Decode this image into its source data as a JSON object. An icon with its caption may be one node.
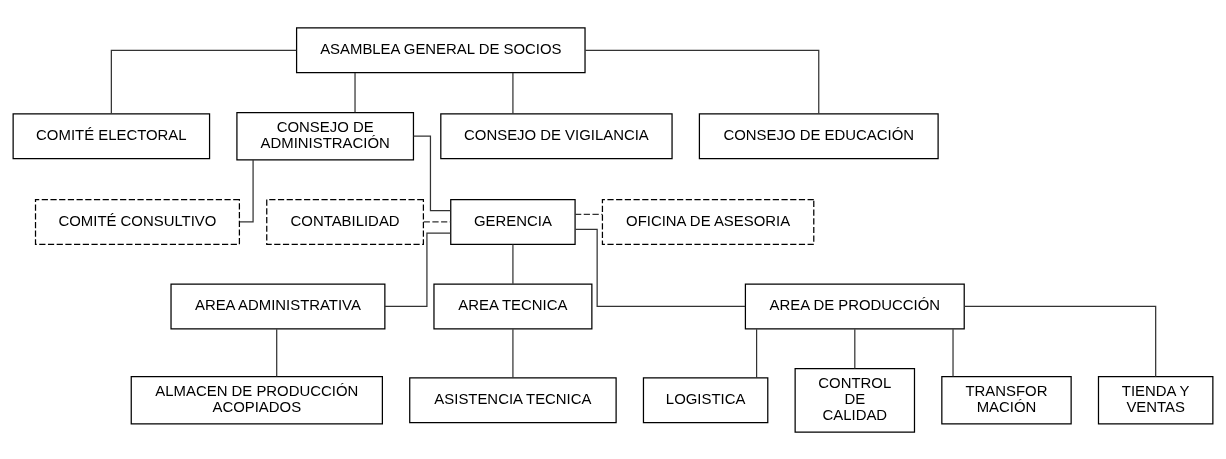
{
  "diagram": {
    "nodes": [
      {
        "text": [
          "ASAMBLEA GENERAL DE SOCIOS"
        ]
      },
      {
        "text": [
          "COMITÉ ELECTORAL"
        ]
      },
      {
        "text": [
          "CONSEJO DE ADMINISTRACIÓN"
        ]
      },
      {
        "text": [
          "CONSEJO DE VIGILANCIA"
        ]
      },
      {
        "text": [
          "CONSEJO DE EDUCACIÓN"
        ]
      },
      {
        "text": [
          "COMITÉ CONSULTIVO"
        ]
      },
      {
        "text": [
          "CONTABILIDAD"
        ]
      },
      {
        "text": [
          "GERENCIA"
        ]
      },
      {
        "text": [
          "OFICINA DE ASESORIA"
        ]
      },
      {
        "text": [
          "AREA ADMINISTRATIVA"
        ]
      },
      {
        "text": [
          "AREA TECNICA"
        ]
      },
      {
        "text": [
          "AREA DE PRODUCCIÓN"
        ]
      },
      {
        "text": [
          "ALMACEN DE PRODUCCIÓN ACOPIADOS"
        ]
      },
      {
        "text": [
          "ASISTENCIA TECNICA"
        ]
      },
      {
        "text": [
          "LOGISTICA"
        ]
      },
      {
        "text": [
          "CONTROL DE CALIDAD"
        ]
      },
      {
        "text": [
          "TRANSFOR MACIÓN"
        ]
      },
      {
        "text": [
          "TIENDA Y VENTAS"
        ]
      }
    ],
    "edges": [
      {
        "from": 0,
        "to": 1,
        "arrow": "none"
      },
      {
        "from": 0,
        "to": 2,
        "arrow": "none"
      },
      {
        "from": 0,
        "to": 3,
        "arrow": "none"
      },
      {
        "from": 0,
        "to": 4,
        "arrow": "none"
      },
      {
        "from": 2,
        "to": 5,
        "arrow": "none"
      },
      {
        "from": 2,
        "to": 7,
        "arrow": "none"
      },
      {
        "from": 6,
        "to": 7,
        "arrow": "none",
        "style": "dashed"
      },
      {
        "from": 7,
        "to": 8,
        "arrow": "none",
        "style": "dashed"
      },
      {
        "from": 7,
        "to": 9,
        "arrow": "none"
      },
      {
        "from": 7,
        "to": 10,
        "arrow": "none"
      },
      {
        "from": 7,
        "to": 11,
        "arrow": "none"
      },
      {
        "from": 9,
        "to": 12,
        "arrow": "none"
      },
      {
        "from": 10,
        "to": 13,
        "arrow": "none"
      },
      {
        "from": 11,
        "to": 14,
        "arrow": "none"
      },
      {
        "from": 11,
        "to": 15,
        "arrow": "none"
      },
      {
        "from": 11,
        "to": 16,
        "arrow": "none"
      },
      {
        "from": 11,
        "to": 17,
        "arrow": "none"
      }
    ]
  }
}
